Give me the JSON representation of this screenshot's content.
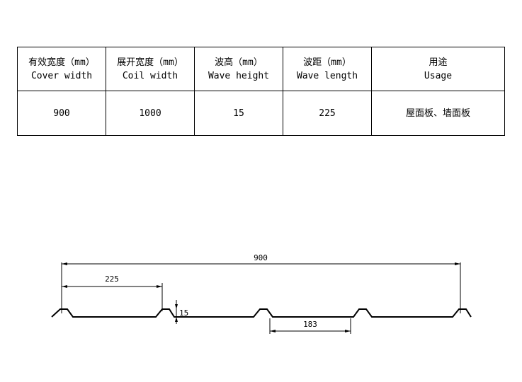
{
  "spec_table": {
    "columns": [
      {
        "cn": "有效宽度（mm）",
        "en": "Cover width"
      },
      {
        "cn": "展开宽度（mm）",
        "en": "Coil width"
      },
      {
        "cn": "波高（mm）",
        "en": "Wave height"
      },
      {
        "cn": "波距（mm）",
        "en": "Wave length"
      },
      {
        "cn": "用途",
        "en": "Usage"
      }
    ],
    "row": [
      "900",
      "1000",
      "15",
      "225",
      "屋面板、墙面板"
    ]
  },
  "profile": {
    "dim_total": "900",
    "dim_wave_length": "225",
    "dim_wave_height": "15",
    "dim_valley": "183"
  }
}
